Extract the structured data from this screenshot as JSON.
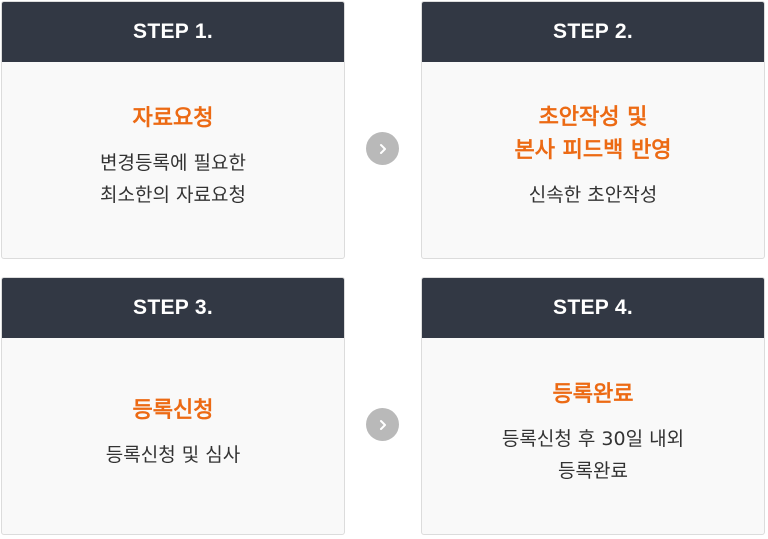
{
  "steps": [
    {
      "label": "STEP 1.",
      "title": "자료요청",
      "desc": "변경등록에 필요한\n최소한의 자료요청"
    },
    {
      "label": "STEP 2.",
      "title": "초안작성 및\n본사 피드백 반영",
      "desc": "신속한 초안작성"
    },
    {
      "label": "STEP 3.",
      "title": "등록신청",
      "desc": "등록신청 및 심사"
    },
    {
      "label": "STEP 4.",
      "title": "등록완료",
      "desc": "등록신청 후 30일 내외\n등록완료"
    }
  ],
  "colors": {
    "header": "#323844",
    "accent": "#ec6a14",
    "arrow": "#b9b9b9"
  },
  "icons": {
    "next": "chevron-right-icon"
  }
}
